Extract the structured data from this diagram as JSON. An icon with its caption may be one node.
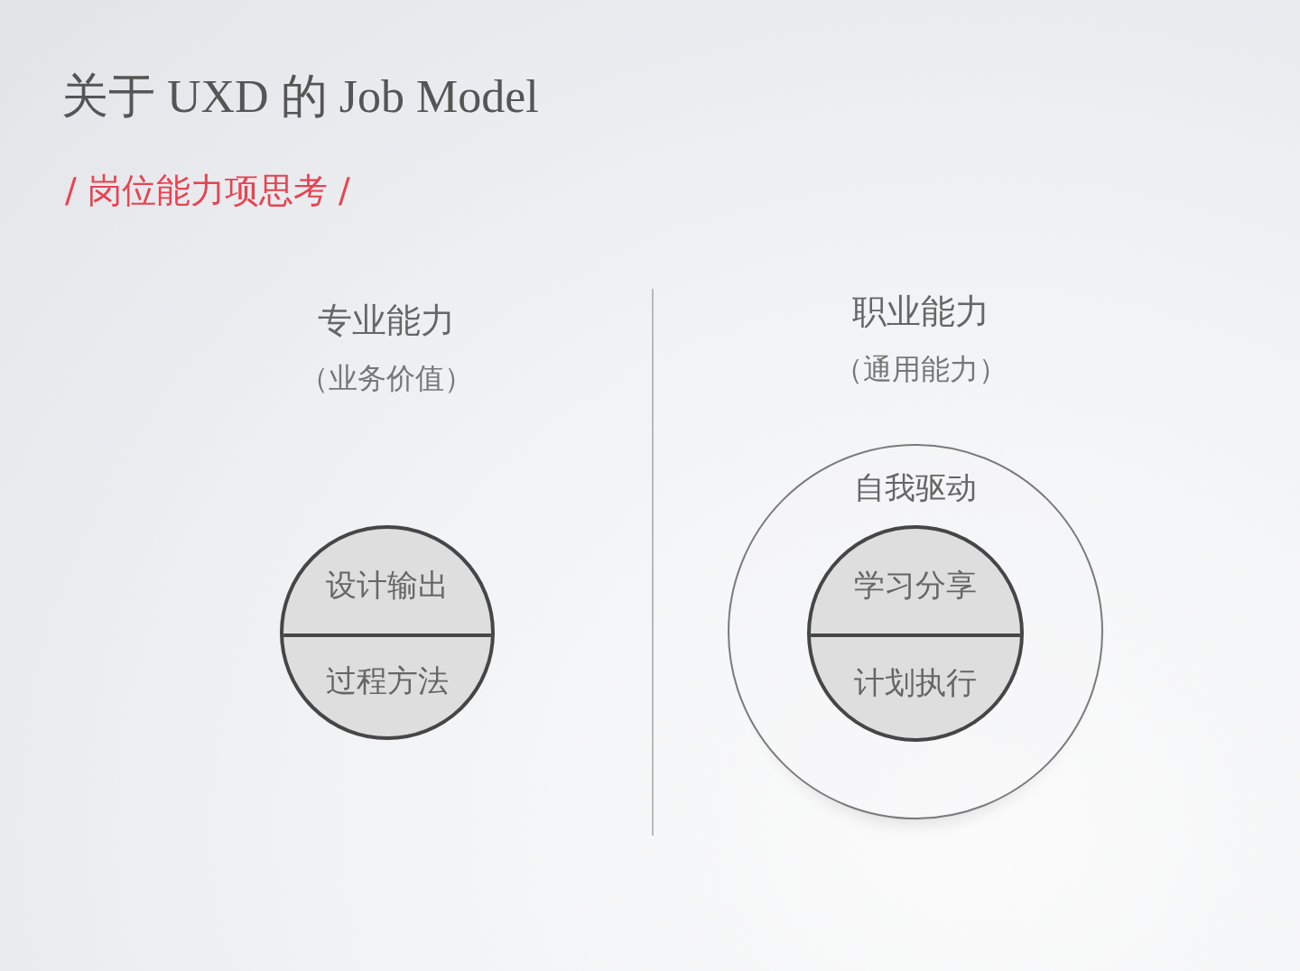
{
  "diagram": {
    "title": "关于 UXD 的 Job Model",
    "nodes": [
      {
        "text": [
          "设计输出",
          "过程方法"
        ]
      },
      {
        "text": [
          "自我驱动"
        ]
      },
      {
        "text": [
          "学习分享",
          "计划执行"
        ],
        "in": 1
      }
    ],
    "labels": [
      "/ 岗位能力项思考 /",
      "专业能力",
      "（业务价值）",
      "职业能力",
      "（通用能力）"
    ]
  }
}
